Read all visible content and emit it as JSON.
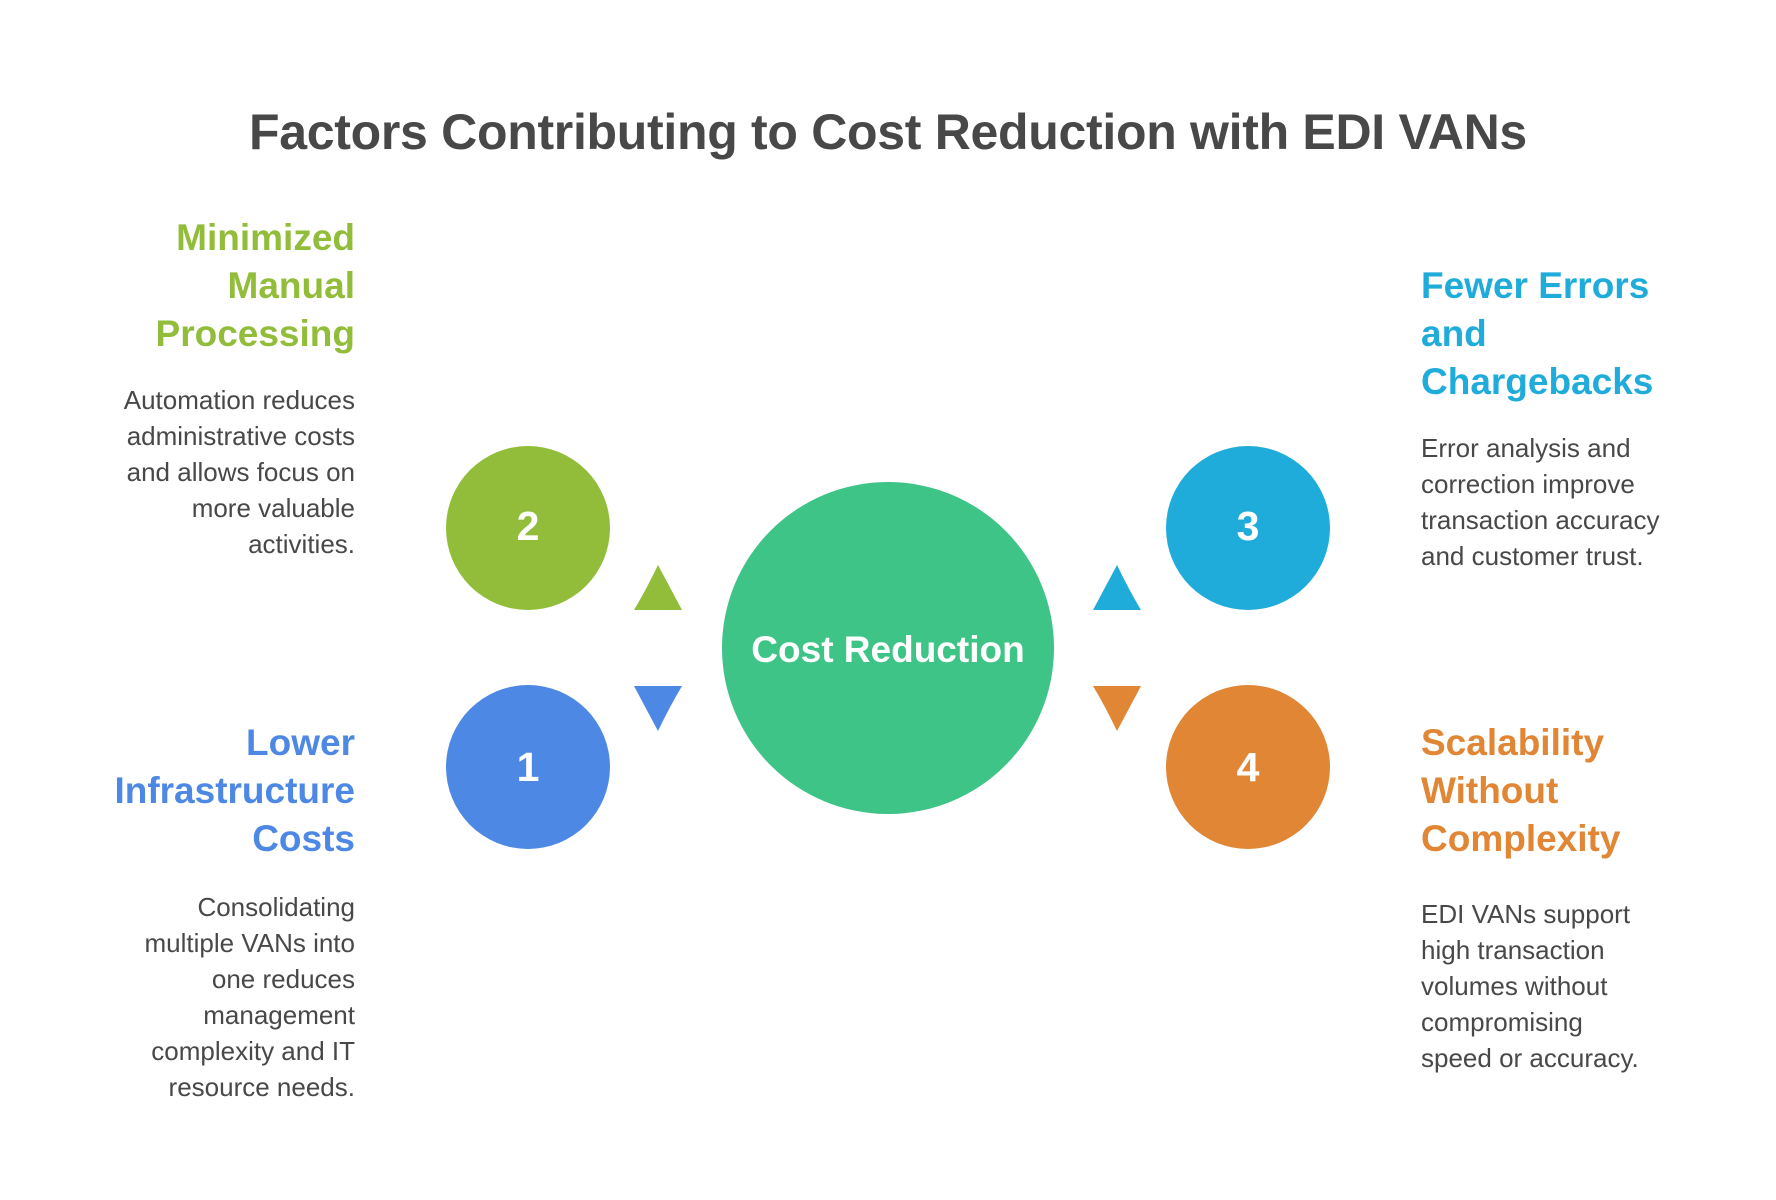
{
  "title": "Factors Contributing to Cost Reduction with EDI VANs",
  "center": {
    "label": "Cost Reduction",
    "color": "#3EC487"
  },
  "factors": [
    {
      "number": "1",
      "heading_lines": [
        "Lower",
        "Infrastructure",
        "Costs"
      ],
      "description_lines": [
        "Consolidating",
        "multiple VANs into",
        "one reduces",
        "management",
        "complexity and IT",
        "resource needs."
      ],
      "color": "#4D88E4",
      "position": "bottom-left",
      "arrow": "down"
    },
    {
      "number": "2",
      "heading_lines": [
        "Minimized",
        "Manual",
        "Processing"
      ],
      "description_lines": [
        "Automation reduces",
        "administrative costs",
        "and allows focus on",
        "more valuable",
        "activities."
      ],
      "color": "#92BD3A",
      "position": "top-left",
      "arrow": "up"
    },
    {
      "number": "3",
      "heading_lines": [
        "Fewer Errors",
        "and",
        "Chargebacks"
      ],
      "description_lines": [
        "Error analysis and",
        "correction improve",
        "transaction accuracy",
        "and customer trust."
      ],
      "color": "#1FACDB",
      "position": "top-right",
      "arrow": "up"
    },
    {
      "number": "4",
      "heading_lines": [
        "Scalability",
        "Without",
        "Complexity"
      ],
      "description_lines": [
        "EDI VANs support",
        "high transaction",
        "volumes without",
        "compromising",
        "speed or accuracy."
      ],
      "color": "#E08634",
      "position": "bottom-right",
      "arrow": "down"
    }
  ]
}
